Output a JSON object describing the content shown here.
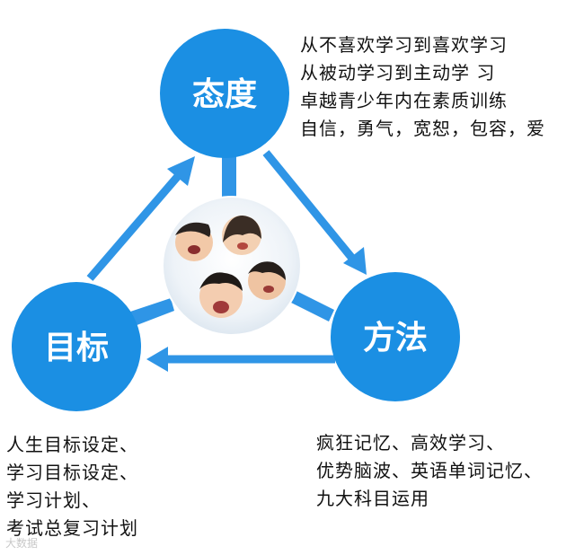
{
  "nodes": {
    "attitude": {
      "label": "态度"
    },
    "goal": {
      "label": "目标"
    },
    "method": {
      "label": "方法"
    }
  },
  "notes": {
    "attitude": [
      "从不喜欢学习到喜欢学习",
      "从被动学习到主动学 习",
      "卓越青少年内在素质训练",
      "自信，勇气，宽恕，包容，爱"
    ],
    "goal": [
      "人生目标设定、",
      "学习目标设定、",
      "学习计划、",
      "考试总复习计划"
    ],
    "method": [
      "疯狂记忆、高效学习、",
      "优势脑波、英语单词记忆、",
      "九大科目运用"
    ]
  },
  "watermark": "大数据",
  "colors": {
    "circle": "#1b8fe3",
    "connector": "#2f95e6",
    "text": "#111111"
  }
}
